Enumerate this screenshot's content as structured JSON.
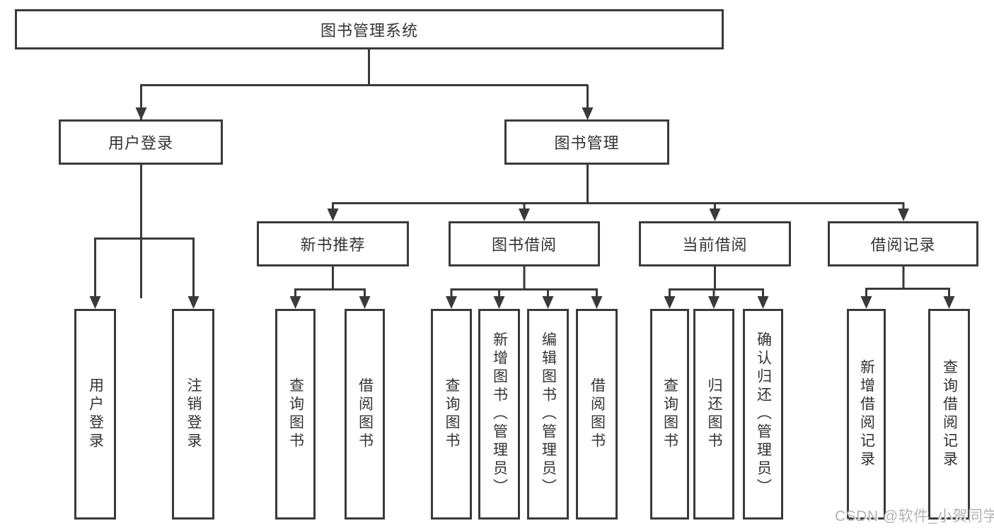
{
  "title": "图书管理系统",
  "tree": {
    "root": "图书管理系统",
    "branches": [
      {
        "label": "用户登录",
        "children": [
          "用户登录",
          "注销登录"
        ]
      },
      {
        "label": "图书管理",
        "children": [
          {
            "label": "新书推荐",
            "children": [
              "查询图书",
              "借阅图书"
            ]
          },
          {
            "label": "图书借阅",
            "children": [
              "查询图书",
              "新增图书（管理员）",
              "编辑图书（管理员）",
              "借阅图书"
            ]
          },
          {
            "label": "当前借阅",
            "children": [
              "查询图书",
              "归还图书",
              "确认归还（管理员）"
            ]
          },
          {
            "label": "借阅记录",
            "children": [
              "新增借阅记录",
              "查询借阅记录"
            ]
          }
        ]
      }
    ]
  },
  "watermark": "CSDN @软件_小贺同学",
  "colors": {
    "line": "#3a3a3a",
    "text": "#333333",
    "background": "#ffffff",
    "watermark": "#b3b3b3"
  }
}
